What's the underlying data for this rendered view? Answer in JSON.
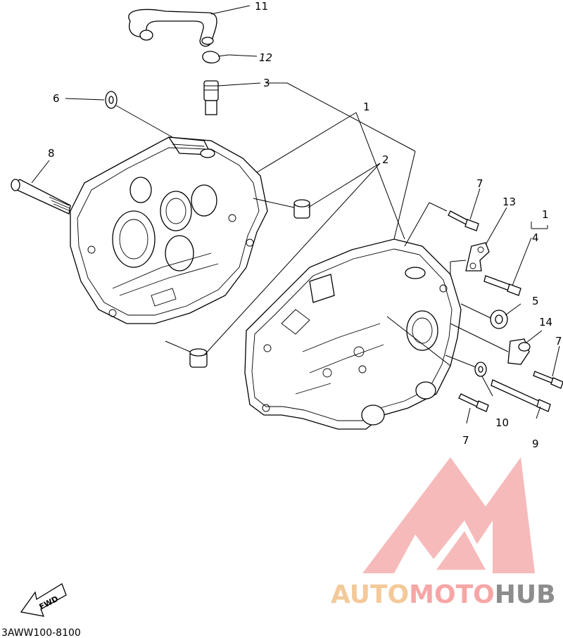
{
  "diagram": {
    "callouts": [
      {
        "id": "c11",
        "text": "11"
      },
      {
        "id": "c12",
        "text": "12"
      },
      {
        "id": "c3",
        "text": "3"
      },
      {
        "id": "c6",
        "text": "6"
      },
      {
        "id": "c1a",
        "text": "1"
      },
      {
        "id": "c2",
        "text": "2"
      },
      {
        "id": "c8",
        "text": "8"
      },
      {
        "id": "c7a",
        "text": "7"
      },
      {
        "id": "c13",
        "text": "13"
      },
      {
        "id": "c1b",
        "text": "1"
      },
      {
        "id": "c4",
        "text": "4"
      },
      {
        "id": "c5",
        "text": "5"
      },
      {
        "id": "c14",
        "text": "14"
      },
      {
        "id": "c7b",
        "text": "7"
      },
      {
        "id": "c10",
        "text": "10"
      },
      {
        "id": "c9",
        "text": "9"
      },
      {
        "id": "c7c",
        "text": "7"
      }
    ],
    "fwd_label": "FWD",
    "drawing_code": "3AWW100-8100"
  },
  "watermark": {
    "part1": "AUTO",
    "part2": "MOTO",
    "part3": "HUB",
    "colors": {
      "auto": "#f4c99a",
      "moto": "#f7a6a6",
      "hub": "#8c8c8c",
      "logo": "#f28b8b"
    }
  }
}
